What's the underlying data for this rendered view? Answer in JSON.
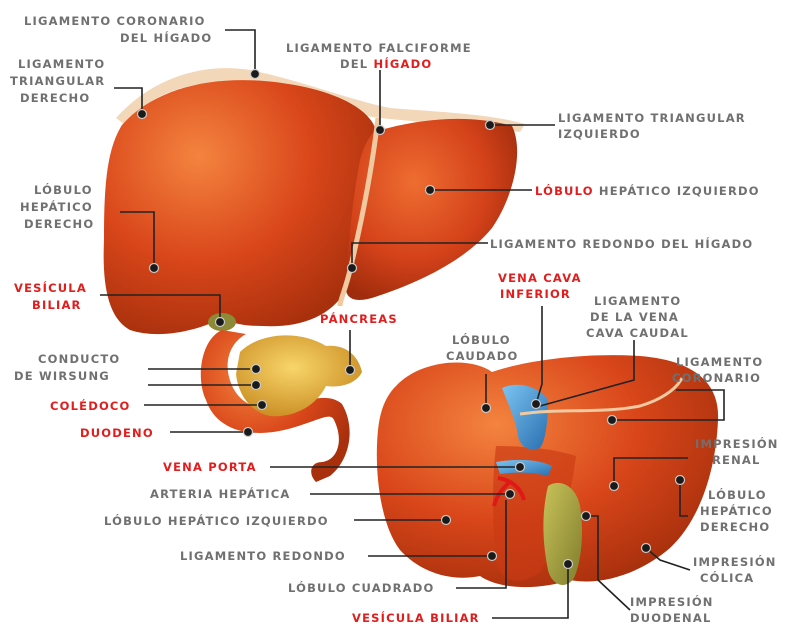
{
  "colors": {
    "liver": "#d9461a",
    "liver_light": "#ef7a3c",
    "liver_dark": "#a8300d",
    "label_gray": "#707070",
    "label_red": "#e11d1d",
    "vein_blue": "#3a8fd1",
    "pancreas": "#e9b83a",
    "gallbladder": "#a9a443"
  },
  "labels": {
    "lig_coronario_1": "LIGAMENTO CORONARIO",
    "lig_coronario_2": "DEL HÍGADO",
    "lig_falciforme_1": "LIGAMENTO FALCIFORME",
    "lig_falciforme_2a": "DEL ",
    "lig_falciforme_2b": "HÍGADO",
    "lig_triang_der_1": "LIGAMENTO",
    "lig_triang_der_2": "TRIANGULAR",
    "lig_triang_der_3": "DERECHO",
    "lig_triang_izq_1": "LIGAMENTO TRIANGULAR",
    "lig_triang_izq_2": "IZQUIERDO",
    "lobulo_der_1": "LÓBULO",
    "lobulo_der_2": "HEPÁTICO",
    "lobulo_der_3": "DERECHO",
    "lobulo_izq_a": "LÓBULO",
    "lobulo_izq_b": " HEPÁTICO IZQUIERDO",
    "lig_redondo_top": "LIGAMENTO REDONDO DEL HÍGADO",
    "vesicula_top_1": "VESÍCULA",
    "vesicula_top_2": "BILIAR",
    "vena_cava_1": "VENA CAVA",
    "vena_cava_2": "INFERIOR",
    "lig_vena_cava_1": "LIGAMENTO",
    "lig_vena_cava_2": "DE LA VENA",
    "lig_vena_cava_3": "CAVA CAUDAL",
    "pancreas": "PÁNCREAS",
    "lobulo_caudado_1": "LÓBULO",
    "lobulo_caudado_2": "CAUDADO",
    "lig_coronario_r_1": "LIGAMENTO",
    "lig_coronario_r_2": "CORONARIO",
    "conducto_1": "CONDUCTO",
    "conducto_2": "DE WIRSUNG",
    "coledoco": "COLÉDOCO",
    "duodeno": "DUODENO",
    "impresion_renal_1": "IMPRESIÓN",
    "impresion_renal_2": "RENAL",
    "vena_porta": "VENA PORTA",
    "arteria_hepatica": "ARTERIA HEPÁTICA",
    "lobulo_der_r_1": "LÓBULO",
    "lobulo_der_r_2": "HEPÁTICO",
    "lobulo_der_r_3": "DERECHO",
    "lobulo_izq_bottom": "LÓBULO HEPÁTICO IZQUIERDO",
    "lig_redondo_bottom": "LIGAMENTO REDONDO",
    "impresion_colica_1": "IMPRESIÓN",
    "impresion_colica_2": "CÓLICA",
    "lobulo_cuadrado": "LÓBULO CUADRADO",
    "impresion_duodenal_1": "IMPRESIÓN",
    "impresion_duodenal_2": "DUODENAL",
    "vesicula_bottom": "VESÍCULA BILIAR"
  }
}
